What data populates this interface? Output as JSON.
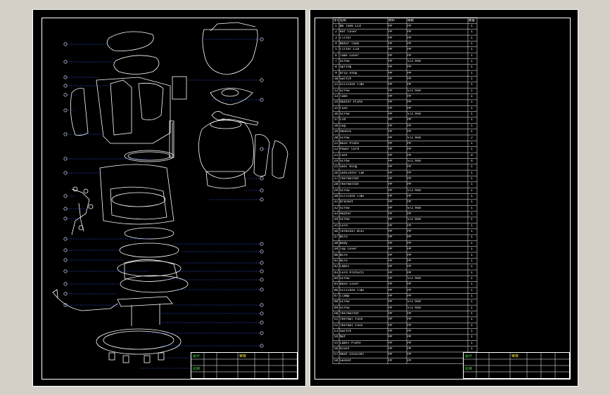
{
  "window": {
    "background": "#d4d0c8",
    "sheet_background": "#000000",
    "line_color": "#ffffff",
    "leader_color": "#3a5cff",
    "title_green": "#4cff4c",
    "title_yellow": "#ffff40"
  },
  "left_sheet": {
    "title_block": {
      "r1c1": "设计",
      "r1c2": "",
      "r1c3": "审核",
      "r1c4": "",
      "r1c5": "",
      "r2c1": "比例",
      "r2c2": "",
      "r2c3": "",
      "r2c4": "",
      "r3c1": "",
      "r3c2": "",
      "r3c3": "",
      "r3c4": "",
      "r4c1": "",
      "r4c2": ""
    }
  },
  "right_sheet": {
    "header": {
      "num": "序号",
      "name": "名称",
      "mat": "材料",
      "desc": "规格",
      "qty": "数量"
    },
    "rows": [
      {
        "num": "1",
        "name": "Wa Tank Lid",
        "mat": "PP",
        "desc": "PP",
        "qty": "1"
      },
      {
        "num": "2",
        "name": "Ref Cover",
        "mat": "PP",
        "desc": "PP",
        "qty": "1"
      },
      {
        "num": "3",
        "name": "Filter",
        "mat": "PP",
        "desc": "PP",
        "qty": "1"
      },
      {
        "num": "4",
        "name": "Water Tank",
        "mat": "PP",
        "desc": "PP",
        "qty": "1"
      },
      {
        "num": "5",
        "name": "Filter Lid",
        "mat": "PP",
        "desc": "PP",
        "qty": "1"
      },
      {
        "num": "6",
        "name": "Tube Cover",
        "mat": "PP",
        "desc": "PP",
        "qty": "1"
      },
      {
        "num": "7",
        "name": "Screw",
        "mat": "PP",
        "desc": "ST2.9x8",
        "qty": "1"
      },
      {
        "num": "8",
        "name": "Spring",
        "mat": "PP",
        "desc": "PP",
        "qty": "1"
      },
      {
        "num": "9",
        "name": "Drip Stop",
        "mat": "PP",
        "desc": "PP",
        "qty": "1"
      },
      {
        "num": "10",
        "name": "Switch",
        "mat": "PP",
        "desc": "PP",
        "qty": "1"
      },
      {
        "num": "11",
        "name": "Silicone Tube",
        "mat": "PP",
        "desc": "PP",
        "qty": "1"
      },
      {
        "num": "12",
        "name": "Screw",
        "mat": "PP",
        "desc": "ST2.9x8",
        "qty": "1"
      },
      {
        "num": "13",
        "name": "Tube",
        "mat": "PP",
        "desc": "PP",
        "qty": "1"
      },
      {
        "num": "14",
        "name": "Heater Plate",
        "mat": "PP",
        "desc": "PP",
        "qty": "1"
      },
      {
        "num": "15",
        "name": "Fuse",
        "mat": "PP",
        "desc": "PP",
        "qty": "1"
      },
      {
        "num": "16",
        "name": "Screw",
        "mat": "PP",
        "desc": "ST2.9x8",
        "qty": "1"
      },
      {
        "num": "17",
        "name": "Lid",
        "mat": "PP",
        "desc": "PP",
        "qty": "1"
      },
      {
        "num": "18",
        "name": "Jug",
        "mat": "PP",
        "desc": "PP",
        "qty": "1"
      },
      {
        "num": "19",
        "name": "Handle",
        "mat": "PP",
        "desc": "PP",
        "qty": "1"
      },
      {
        "num": "20",
        "name": "Screw",
        "mat": "PP",
        "desc": "ST2.9x8",
        "qty": "2"
      },
      {
        "num": "21",
        "name": "Base Plate",
        "mat": "PP",
        "desc": "PP",
        "qty": "1"
      },
      {
        "num": "22",
        "name": "Power Cord",
        "mat": "PP",
        "desc": "PP",
        "qty": "1"
      },
      {
        "num": "23",
        "name": "Foot",
        "mat": "PP",
        "desc": "PP",
        "qty": "4"
      },
      {
        "num": "24",
        "name": "Screw",
        "mat": "PP",
        "desc": "ST2.9x8",
        "qty": "4"
      },
      {
        "num": "25",
        "name": "Seal Ring",
        "mat": "PP",
        "desc": "PP",
        "qty": "1"
      },
      {
        "num": "26",
        "name": "Indicator Lamp",
        "mat": "PP",
        "desc": "PP",
        "qty": "1"
      },
      {
        "num": "27",
        "name": "Thermostat",
        "mat": "PP",
        "desc": "PP",
        "qty": "1"
      },
      {
        "num": "28",
        "name": "Thermostat",
        "mat": "PP",
        "desc": "PP",
        "qty": "1"
      },
      {
        "num": "29",
        "name": "Screw",
        "mat": "PP",
        "desc": "ST2.9x8",
        "qty": "1"
      },
      {
        "num": "30",
        "name": "Silicone Tube",
        "mat": "PP",
        "desc": "PP",
        "qty": "1"
      },
      {
        "num": "31",
        "name": "Bracket",
        "mat": "PP",
        "desc": "PP",
        "qty": "1"
      },
      {
        "num": "32",
        "name": "Screw",
        "mat": "PP",
        "desc": "ST2.9x8",
        "qty": "1"
      },
      {
        "num": "33",
        "name": "Heater",
        "mat": "PP",
        "desc": "PP",
        "qty": "1"
      },
      {
        "num": "34",
        "name": "Screw",
        "mat": "PP",
        "desc": "ST2.9x8",
        "qty": "1"
      },
      {
        "num": "35",
        "name": "Cord",
        "mat": "PP",
        "desc": "PP",
        "qty": "1"
      },
      {
        "num": "36",
        "name": "Terminal Block",
        "mat": "PP",
        "desc": "PP",
        "qty": "1"
      },
      {
        "num": "37",
        "name": "Wire",
        "mat": "PP",
        "desc": "PP",
        "qty": "1"
      },
      {
        "num": "38",
        "name": "Body",
        "mat": "PP",
        "desc": "PP",
        "qty": "1"
      },
      {
        "num": "39",
        "name": "Top Cover",
        "mat": "PP",
        "desc": "PP",
        "qty": "1"
      },
      {
        "num": "40",
        "name": "Wire",
        "mat": "PP",
        "desc": "PP",
        "qty": "1"
      },
      {
        "num": "41",
        "name": "Wire",
        "mat": "PP",
        "desc": "PP",
        "qty": "1"
      },
      {
        "num": "42",
        "name": "Label",
        "mat": "PP",
        "desc": "PP",
        "qty": "1"
      },
      {
        "num": "43",
        "name": "Cord Protector",
        "mat": "PP",
        "desc": "PP",
        "qty": "1"
      },
      {
        "num": "44",
        "name": "Screw",
        "mat": "PP",
        "desc": "ST2.9x8",
        "qty": "1"
      },
      {
        "num": "45",
        "name": "Base Cover",
        "mat": "PP",
        "desc": "PP",
        "qty": "1"
      },
      {
        "num": "46",
        "name": "Silicone Tube",
        "mat": "PP",
        "desc": "PP",
        "qty": "1"
      },
      {
        "num": "47",
        "name": "Clamp",
        "mat": "PP",
        "desc": "PP",
        "qty": "1"
      },
      {
        "num": "48",
        "name": "Screw",
        "mat": "PP",
        "desc": "ST2.9x8",
        "qty": "1"
      },
      {
        "num": "49",
        "name": "Screw",
        "mat": "PP",
        "desc": "ST2.9x8",
        "qty": "1"
      },
      {
        "num": "50",
        "name": "Thermostat",
        "mat": "PP",
        "desc": "PP",
        "qty": "1"
      },
      {
        "num": "51",
        "name": "Thermal Fuse",
        "mat": "PP",
        "desc": "PP",
        "qty": "1"
      },
      {
        "num": "52",
        "name": "Thermal Fuse",
        "mat": "PP",
        "desc": "PP",
        "qty": "1"
      },
      {
        "num": "53",
        "name": "Switch",
        "mat": "PP",
        "desc": "PP",
        "qty": "1"
      },
      {
        "num": "54",
        "name": "Nut",
        "mat": "PP",
        "desc": "PP",
        "qty": "1"
      },
      {
        "num": "55",
        "name": "Label Plate",
        "mat": "PP",
        "desc": "PP",
        "qty": "1"
      },
      {
        "num": "56",
        "name": "Rivet",
        "mat": "PP",
        "desc": "PP",
        "qty": "1"
      },
      {
        "num": "57",
        "name": "Heat Insulator",
        "mat": "PP",
        "desc": "PP",
        "qty": "1"
      },
      {
        "num": "58",
        "name": "Gasket",
        "mat": "PP",
        "desc": "PP",
        "qty": "1"
      }
    ],
    "title_block": {
      "r1c1": "设计",
      "r1c2": "",
      "r1c3": "审核",
      "r1c4": "",
      "r1c5": "",
      "r2c1": "比例",
      "r2c2": "",
      "r2c3": "",
      "r2c4": "",
      "r3c1": "",
      "r3c2": "",
      "r3c3": "",
      "r3c4": "",
      "r4c1": "",
      "r4c2": ""
    }
  }
}
